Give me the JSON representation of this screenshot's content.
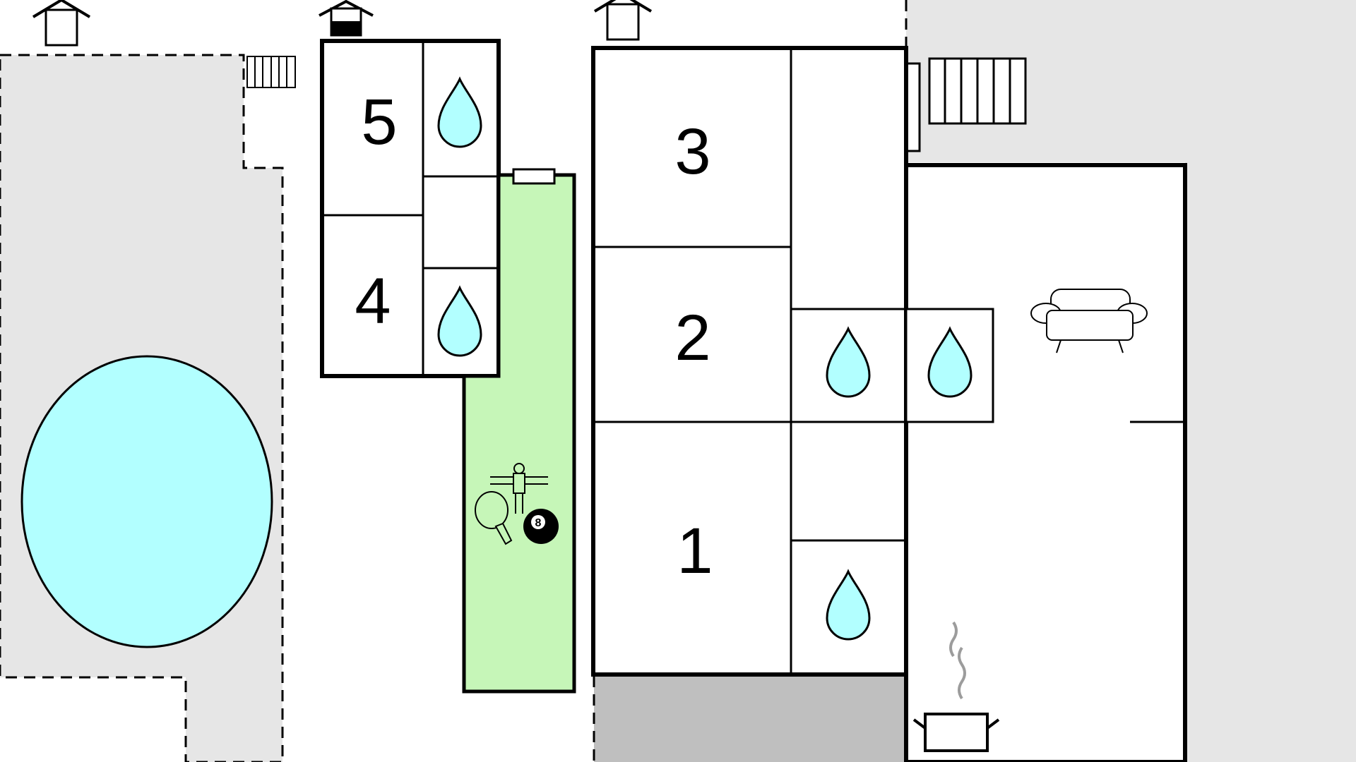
{
  "colors": {
    "background": "#ffffff",
    "outdoor_area": "#e6e6e6",
    "pool": "#b2ffff",
    "water_drop": "#b2ffff",
    "games_room": "#c6f6b8",
    "dark_area": "#bfbfbf",
    "walls": "#000000",
    "steam": "#9c9c9c"
  },
  "rooms": [
    {
      "label": "5"
    },
    {
      "label": "4"
    },
    {
      "label": "3"
    },
    {
      "label": "2"
    },
    {
      "label": "1"
    }
  ],
  "icons": [
    "house-icon",
    "water-drop-icon",
    "sofa-icon",
    "cooking-pot-icon",
    "table-football-icon",
    "table-tennis-icon",
    "billiard-ball-icon",
    "pool-icon",
    "stairs-icon",
    "radiator-icon"
  ],
  "billiard_ball_label": "8"
}
